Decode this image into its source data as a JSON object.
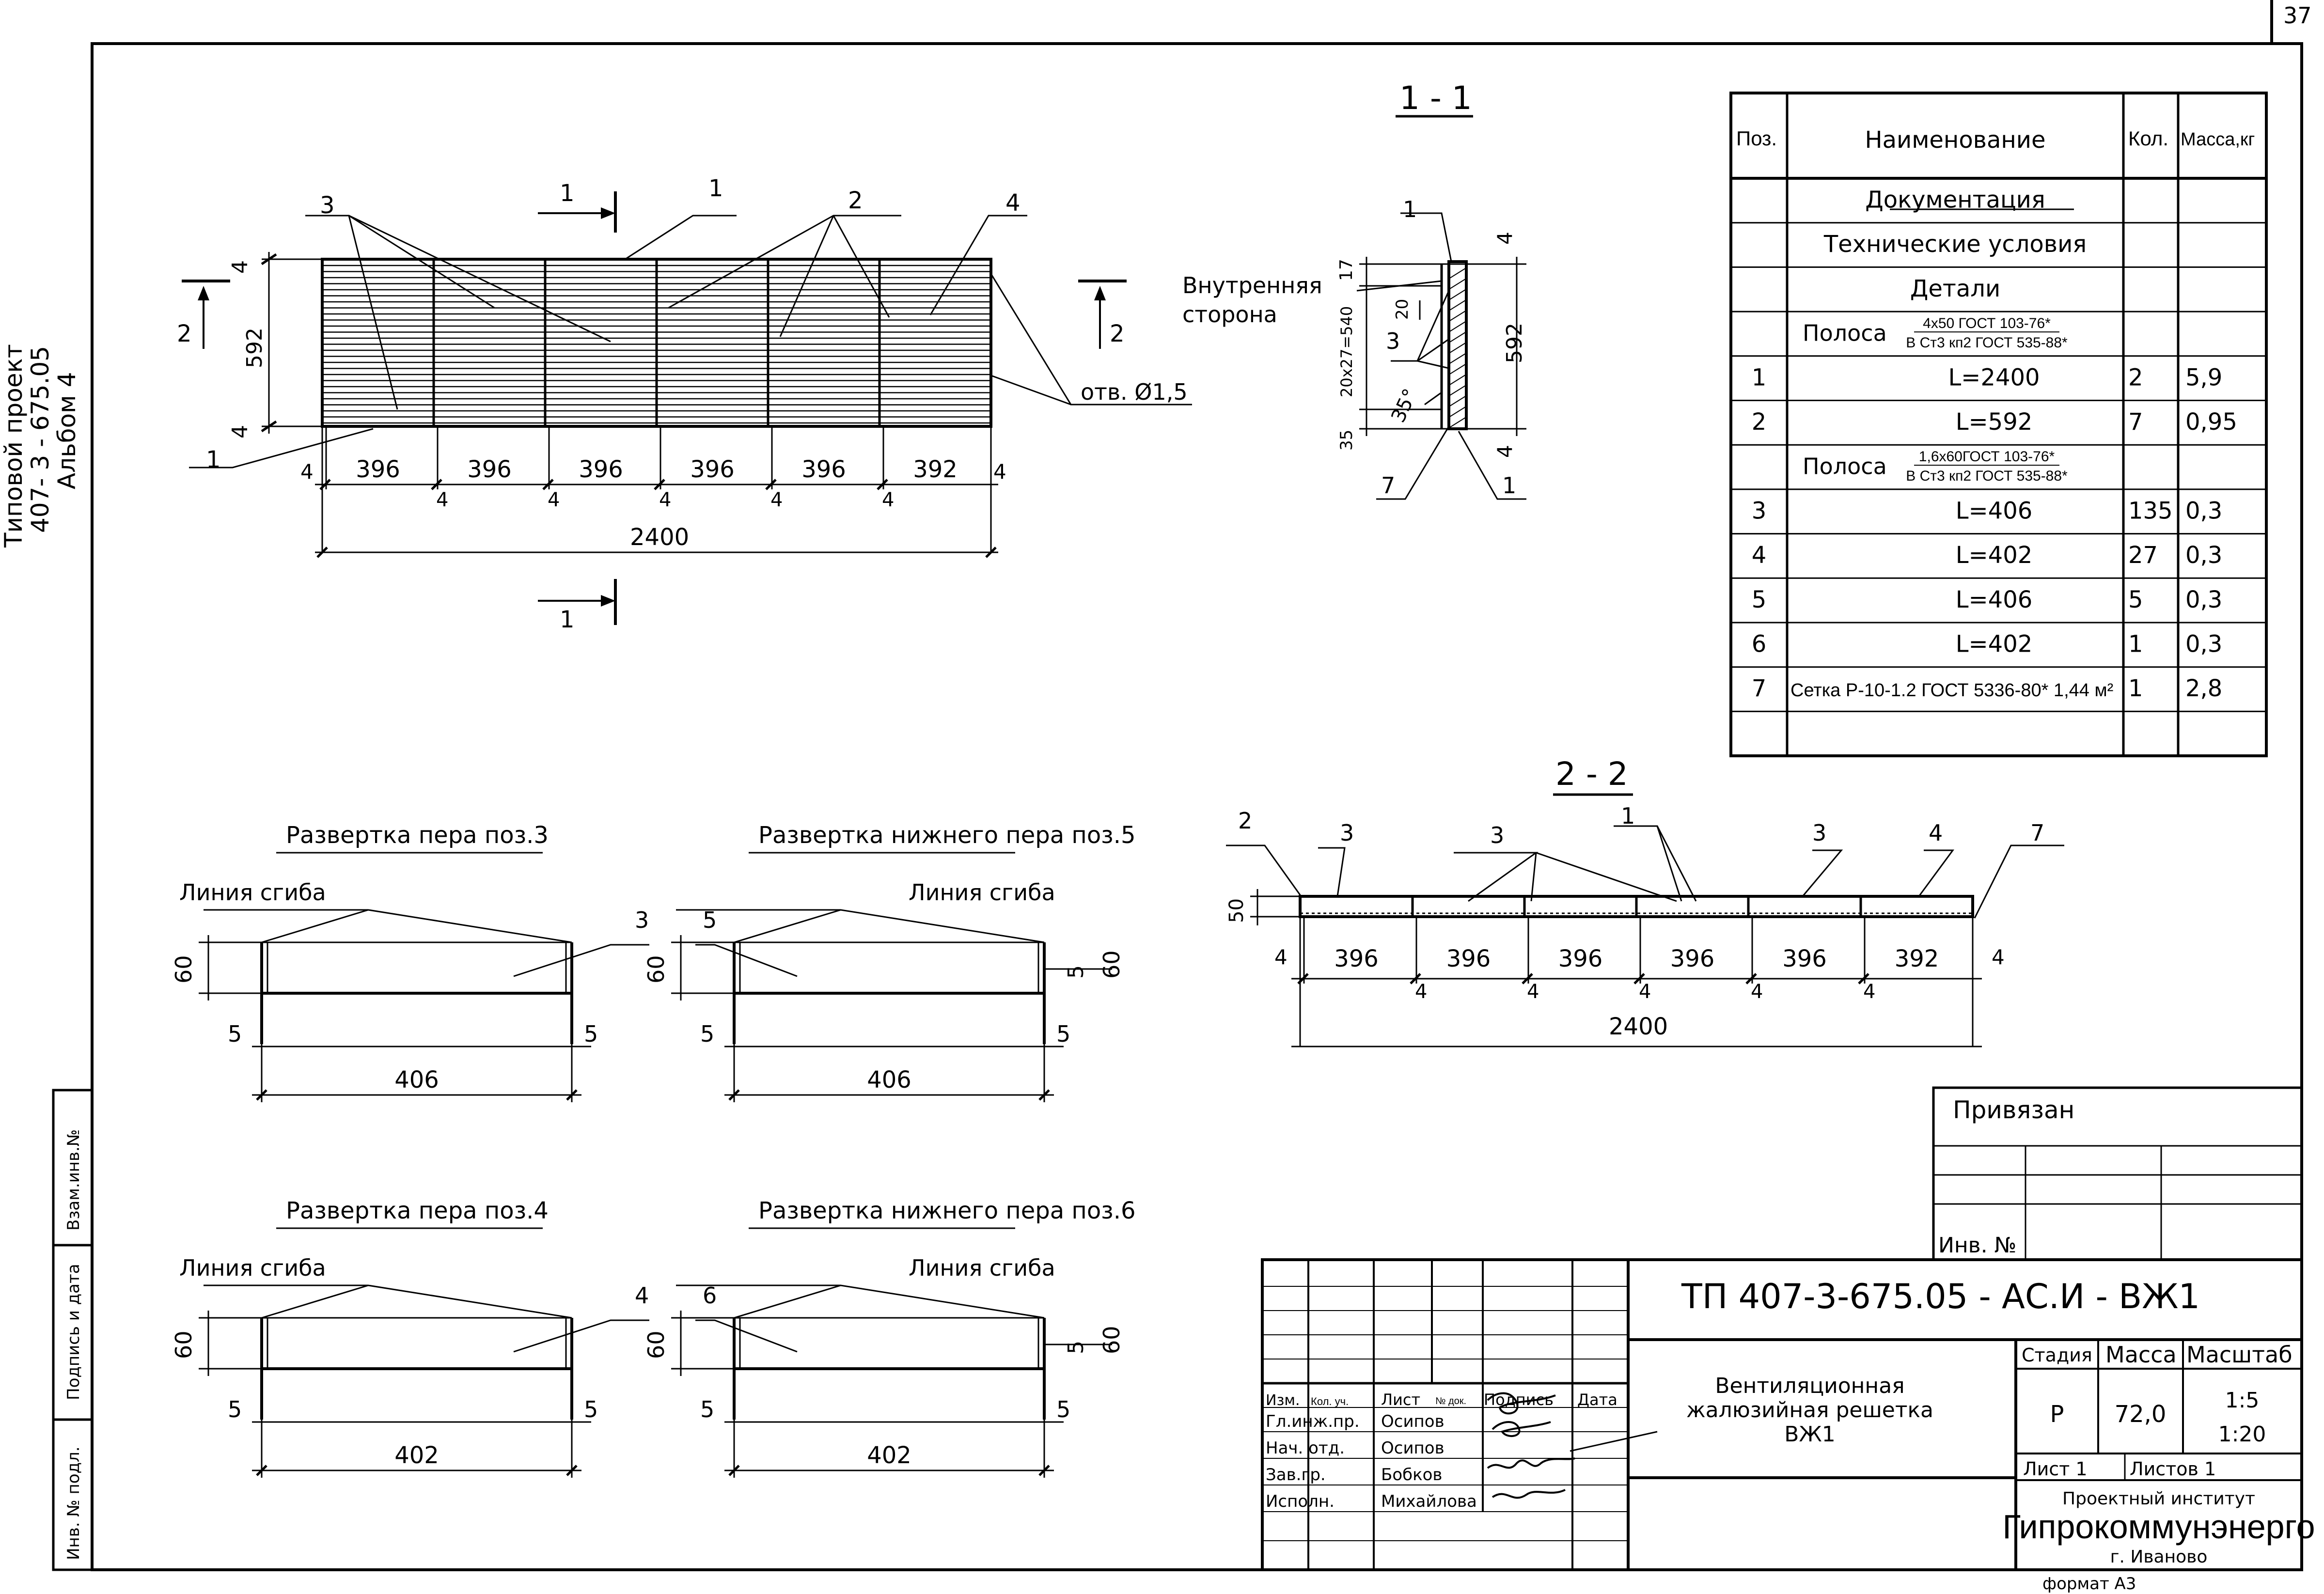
{
  "page_number": "37",
  "side_stamp": {
    "line1": "Типовой проект",
    "line2": "407- 3 - 675.05",
    "line3": "Альбом 4",
    "vzam": "Взам.инв.№",
    "podpis": "Подпись и дата",
    "inv": "Инв. № подл."
  },
  "front_view": {
    "labels": {
      "l1": "1",
      "l2": "2",
      "l3": "3",
      "l4": "4"
    },
    "section_mark": "1",
    "side_mark": "2",
    "hole": "отв. Ø1,5",
    "dim_592": "592",
    "dim_4": "4",
    "spans": [
      "396",
      "396",
      "396",
      "396",
      "396",
      "392"
    ],
    "total": "2400"
  },
  "section_1_1": {
    "title": "1 - 1",
    "inner_side_1": "Внутренняя",
    "inner_side_2": "сторона",
    "dim_17": "17",
    "dim_20": "20",
    "dim_20x27": "20x27=540",
    "dim_35": "35",
    "angle": "35°",
    "dim_592": "592",
    "dim_4": "4",
    "l1": "1",
    "l3": "3",
    "l7": "7"
  },
  "section_2_2": {
    "title": "2 - 2",
    "l2": "2",
    "l3": "3",
    "l1": "1",
    "l4": "4",
    "l7": "7",
    "dim_50": "50",
    "spans": [
      "396",
      "396",
      "396",
      "396",
      "396",
      "392"
    ],
    "dim_4": "4",
    "total": "2400"
  },
  "developments": [
    {
      "title": "Развертка пера поз.3",
      "bend": "Линия сгиба",
      "pos": "3",
      "h": "60",
      "side": "5",
      "len": "406"
    },
    {
      "title": "Развертка нижнего пера поз.5",
      "bend": "Линия сгиба",
      "pos": "5",
      "h": "60",
      "side": "5",
      "tab": "5",
      "len": "406"
    },
    {
      "title": "Развертка пера поз.4",
      "bend": "Линия сгиба",
      "pos": "4",
      "h": "60",
      "side": "5",
      "len": "402"
    },
    {
      "title": "Развертка нижнего пера поз.6",
      "bend": "Линия сгиба",
      "pos": "6",
      "h": "60",
      "side": "5",
      "tab": "5",
      "len": "402"
    }
  ],
  "spec_table": {
    "headers": {
      "pos": "Поз.",
      "name": "Наименование",
      "qty": "Кол.",
      "mass": "Масса,кг"
    },
    "rows": [
      {
        "pos": "",
        "name": "Документация",
        "qty": "",
        "mass": ""
      },
      {
        "pos": "",
        "name": "Технические условия",
        "qty": "",
        "mass": ""
      },
      {
        "pos": "",
        "name": "Детали",
        "qty": "",
        "mass": ""
      },
      {
        "pos": "",
        "name": "Полоса",
        "frac_top": "4x50 ГОСТ 103-76*",
        "frac_bot": "В Ст3 кп2 ГОСТ 535-88*",
        "qty": "",
        "mass": ""
      },
      {
        "pos": "1",
        "name": "L=2400",
        "qty": "2",
        "mass": "5,9"
      },
      {
        "pos": "2",
        "name": "L=592",
        "qty": "7",
        "mass": "0,95"
      },
      {
        "pos": "",
        "name": "Полоса",
        "frac_top": "1,6x60ГОСТ 103-76*",
        "frac_bot": "В Ст3 кп2 ГОСТ 535-88*",
        "qty": "",
        "mass": ""
      },
      {
        "pos": "3",
        "name": "L=406",
        "qty": "135",
        "mass": "0,3"
      },
      {
        "pos": "4",
        "name": "L=402",
        "qty": "27",
        "mass": "0,3"
      },
      {
        "pos": "5",
        "name": "L=406",
        "qty": "5",
        "mass": "0,3"
      },
      {
        "pos": "6",
        "name": "L=402",
        "qty": "1",
        "mass": "0,3"
      },
      {
        "pos": "7",
        "name": "Сетка Р-10-1.2 ГОСТ 5336-80* 1,44 м²",
        "qty": "1",
        "mass": "2,8"
      },
      {
        "pos": "",
        "name": "",
        "qty": "",
        "mass": ""
      }
    ]
  },
  "privyazan": {
    "title": "Привязан",
    "inv": "Инв. №"
  },
  "title_block": {
    "code": "ТП   407-3-675.05 - АС.И - ВЖ1",
    "headers": [
      "Изм.",
      "Кол. уч.",
      "Лист",
      "№ док.",
      "Подпись",
      "Дата"
    ],
    "people": [
      {
        "role": "Гл.инж.пр.",
        "name": "Осипов"
      },
      {
        "role": "Нач. отд.",
        "name": "Осипов"
      },
      {
        "role": "Зав.гр.",
        "name": "Бобков"
      },
      {
        "role": "Исполн.",
        "name": "Михайлова"
      }
    ],
    "item_name_1": "Вентиляционная",
    "item_name_2": "жалюзийная решетка",
    "item_name_3": "ВЖ1",
    "stage_h": "Стадия",
    "mass_h": "Масса",
    "scale_h": "Масштаб",
    "stage": "Р",
    "mass": "72,0",
    "scale1": "1:5",
    "scale2": "1:20",
    "sheet": "Лист 1",
    "sheets": "Листов 1",
    "org_1": "Проектный институт",
    "org_2": "Гипрокоммунэнерго",
    "org_3": "г. Иваново"
  },
  "format": "формат А3"
}
